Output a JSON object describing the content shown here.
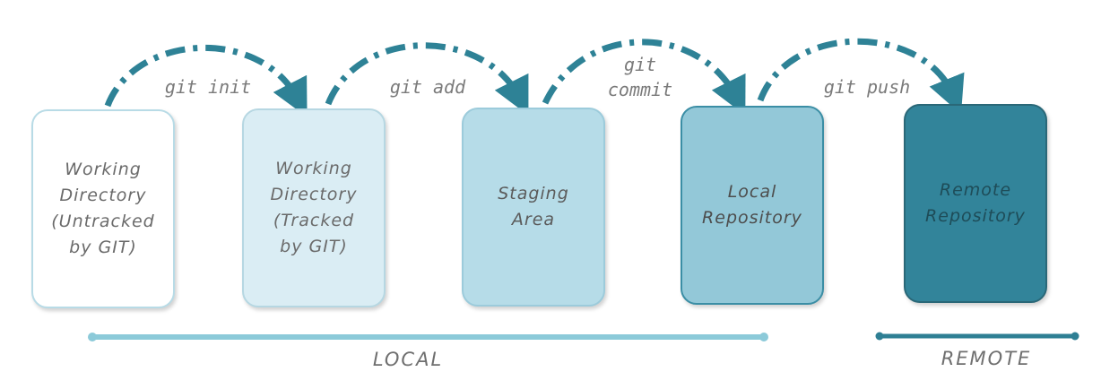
{
  "stages": [
    {
      "id": "wd-untracked",
      "label": "Working\nDirectory\n(Untracked\nby GIT)"
    },
    {
      "id": "wd-tracked",
      "label": "Working\nDirectory\n(Tracked\nby GIT)"
    },
    {
      "id": "staging",
      "label": "Staging\nArea"
    },
    {
      "id": "local-repo",
      "label": "Local\nRepository"
    },
    {
      "id": "remote-repo",
      "label": "Remote\nRepository"
    }
  ],
  "commands": {
    "init": "git init",
    "add": "git add",
    "commit": "git\ncommit",
    "push": "git push"
  },
  "sections": {
    "local": "LOCAL",
    "remote": "REMOTE"
  },
  "colors": {
    "arrow": "#2e8296",
    "local_bar": "#8ccad9",
    "remote_bar": "#2e7f94"
  }
}
